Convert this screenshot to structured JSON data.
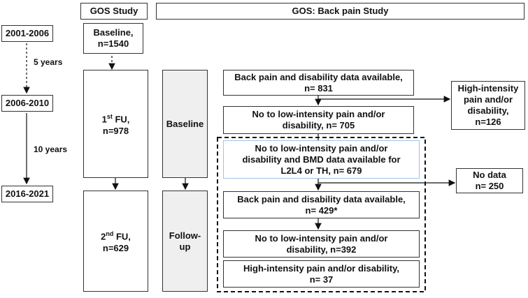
{
  "headers": {
    "gos_study": "GOS Study",
    "back_pain_study": "GOS: Back pain Study"
  },
  "timeline": {
    "periods": [
      "2001-2006",
      "2006-2010",
      "2016-2021"
    ],
    "intervals": [
      "5 years",
      "10 years"
    ]
  },
  "gos": {
    "baseline": "Baseline,\nn=1540",
    "fu1_prefix": "1",
    "fu1_sup": "st",
    "fu1_rest": " FU,",
    "fu1_n": "n=978",
    "fu2_prefix": "2",
    "fu2_sup": "nd",
    "fu2_rest": " FU,",
    "fu2_n": "n=629"
  },
  "phases": {
    "baseline": "Baseline",
    "followup": "Follow-\nup"
  },
  "flow": {
    "available": "Back pain and disability data available,\nn= 831",
    "high_intensity_1": "High-intensity\npain and/or\ndisability,\nn=126",
    "low_intensity_1": "No to low-intensity pain and/or\ndisability, n= 705",
    "bmd": "No to low-intensity pain and/or\ndisability and BMD data available for\nL2L4 or TH, n= 679",
    "no_data": "No data\nn= 250",
    "available_fu": "Back pain and disability data available,\nn= 429*",
    "low_intensity_fu": "No to low-intensity pain and/or\ndisability, n=392",
    "high_intensity_fu": "High-intensity pain and/or disability,\nn= 37"
  }
}
